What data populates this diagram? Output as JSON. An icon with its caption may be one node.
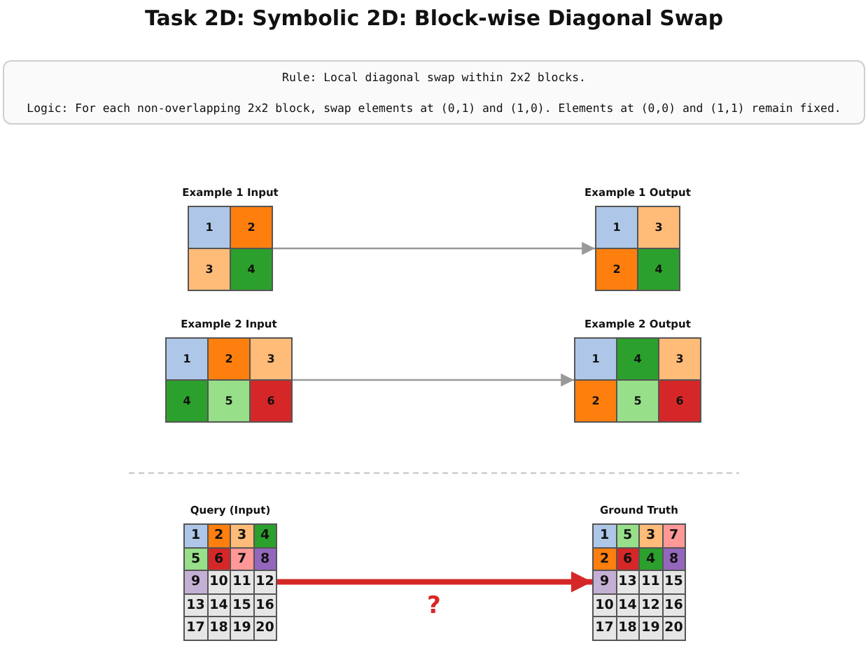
{
  "diagram": {
    "title": "Task 2D: Symbolic 2D: Block-wise Diagonal Swap",
    "nodes": [
      {
        "text": [
          "Rule: Local diagonal swap within 2x2 blocks.",
          "Logic: For each non-overlapping 2x2 block, swap elements at (0,1) and (1,0). Elements at (0,0) and (1,1) remain fixed."
        ]
      },
      {
        "text": [
          "Example 1 Input"
        ]
      },
      {
        "text": [
          "1"
        ],
        "in": 1
      },
      {
        "text": [
          "2"
        ],
        "in": 1
      },
      {
        "text": [
          "3"
        ],
        "in": 1
      },
      {
        "text": [
          "4"
        ],
        "in": 1
      },
      {
        "text": [
          "Example 1 Output"
        ]
      },
      {
        "text": [
          "1"
        ],
        "in": 6
      },
      {
        "text": [
          "3"
        ],
        "in": 6
      },
      {
        "text": [
          "2"
        ],
        "in": 6
      },
      {
        "text": [
          "4"
        ],
        "in": 6
      },
      {
        "text": [
          "Example 2 Input"
        ]
      },
      {
        "text": [
          "1"
        ],
        "in": 11
      },
      {
        "text": [
          "2"
        ],
        "in": 11
      },
      {
        "text": [
          "3"
        ],
        "in": 11
      },
      {
        "text": [
          "4"
        ],
        "in": 11
      },
      {
        "text": [
          "5"
        ],
        "in": 11
      },
      {
        "text": [
          "6"
        ],
        "in": 11
      },
      {
        "text": [
          "Example 2 Output"
        ]
      },
      {
        "text": [
          "1"
        ],
        "in": 18
      },
      {
        "text": [
          "4"
        ],
        "in": 18
      },
      {
        "text": [
          "3"
        ],
        "in": 18
      },
      {
        "text": [
          "2"
        ],
        "in": 18
      },
      {
        "text": [
          "5"
        ],
        "in": 18
      },
      {
        "text": [
          "6"
        ],
        "in": 18
      },
      {
        "text": [
          "Query (Input)"
        ]
      },
      {
        "text": [
          "1"
        ],
        "in": 25
      },
      {
        "text": [
          "2"
        ],
        "in": 25
      },
      {
        "text": [
          "3"
        ],
        "in": 25
      },
      {
        "text": [
          "4"
        ],
        "in": 25
      },
      {
        "text": [
          "5"
        ],
        "in": 25
      },
      {
        "text": [
          "6"
        ],
        "in": 25
      },
      {
        "text": [
          "7"
        ],
        "in": 25
      },
      {
        "text": [
          "8"
        ],
        "in": 25
      },
      {
        "text": [
          "9"
        ],
        "in": 25
      },
      {
        "text": [
          "10"
        ],
        "in": 25
      },
      {
        "text": [
          "11"
        ],
        "in": 25
      },
      {
        "text": [
          "12"
        ],
        "in": 25
      },
      {
        "text": [
          "13"
        ],
        "in": 25
      },
      {
        "text": [
          "14"
        ],
        "in": 25
      },
      {
        "text": [
          "15"
        ],
        "in": 25
      },
      {
        "text": [
          "16"
        ],
        "in": 25
      },
      {
        "text": [
          "17"
        ],
        "in": 25
      },
      {
        "text": [
          "18"
        ],
        "in": 25
      },
      {
        "text": [
          "19"
        ],
        "in": 25
      },
      {
        "text": [
          "20"
        ],
        "in": 25
      },
      {
        "text": [
          "Ground Truth"
        ]
      },
      {
        "text": [
          "1"
        ],
        "in": 46
      },
      {
        "text": [
          "5"
        ],
        "in": 46
      },
      {
        "text": [
          "3"
        ],
        "in": 46
      },
      {
        "text": [
          "7"
        ],
        "in": 46
      },
      {
        "text": [
          "2"
        ],
        "in": 46
      },
      {
        "text": [
          "6"
        ],
        "in": 46
      },
      {
        "text": [
          "4"
        ],
        "in": 46
      },
      {
        "text": [
          "8"
        ],
        "in": 46
      },
      {
        "text": [
          "9"
        ],
        "in": 46
      },
      {
        "text": [
          "13"
        ],
        "in": 46
      },
      {
        "text": [
          "11"
        ],
        "in": 46
      },
      {
        "text": [
          "15"
        ],
        "in": 46
      },
      {
        "text": [
          "10"
        ],
        "in": 46
      },
      {
        "text": [
          "14"
        ],
        "in": 46
      },
      {
        "text": [
          "12"
        ],
        "in": 46
      },
      {
        "text": [
          "16"
        ],
        "in": 46
      },
      {
        "text": [
          "17"
        ],
        "in": 46
      },
      {
        "text": [
          "18"
        ],
        "in": 46
      },
      {
        "text": [
          "19"
        ],
        "in": 46
      },
      {
        "text": [
          "20"
        ],
        "in": 46
      }
    ],
    "edges": [
      {
        "from": 1,
        "to": 6,
        "arrow": "to"
      },
      {
        "from": 11,
        "to": 18,
        "arrow": "to"
      },
      {
        "from": 25,
        "to": 46,
        "arrow": "to",
        "style": "thick",
        "color": "#d62728"
      }
    ],
    "labels": [
      "?"
    ]
  }
}
